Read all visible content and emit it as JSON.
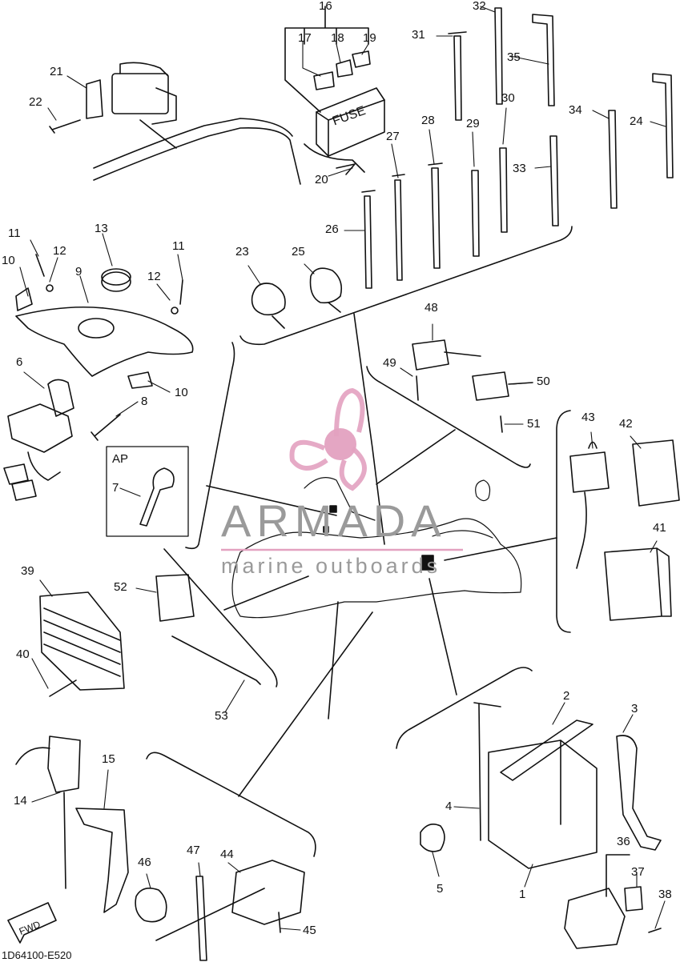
{
  "diagram_code": "1D64100-E520",
  "watermark": {
    "title": "ARMADA",
    "subtitle": "marine outboards",
    "accent_color": "#e3a1c0",
    "text_color": "#9a9a9a"
  },
  "ap_box_label": "AP",
  "fuse_label": "FUSE",
  "fwd_label": "FWD",
  "callouts": [
    {
      "id": "c1",
      "text": "1"
    },
    {
      "id": "c2",
      "text": "2"
    },
    {
      "id": "c3",
      "text": "3"
    },
    {
      "id": "c4",
      "text": "4"
    },
    {
      "id": "c5",
      "text": "5"
    },
    {
      "id": "c6",
      "text": "6"
    },
    {
      "id": "c7",
      "text": "7"
    },
    {
      "id": "c8",
      "text": "8"
    },
    {
      "id": "c9",
      "text": "9"
    },
    {
      "id": "c10a",
      "text": "10"
    },
    {
      "id": "c10b",
      "text": "10"
    },
    {
      "id": "c11a",
      "text": "11"
    },
    {
      "id": "c11b",
      "text": "11"
    },
    {
      "id": "c12a",
      "text": "12"
    },
    {
      "id": "c12b",
      "text": "12"
    },
    {
      "id": "c13",
      "text": "13"
    },
    {
      "id": "c14",
      "text": "14"
    },
    {
      "id": "c15",
      "text": "15"
    },
    {
      "id": "c16",
      "text": "16"
    },
    {
      "id": "c17",
      "text": "17"
    },
    {
      "id": "c18",
      "text": "18"
    },
    {
      "id": "c19",
      "text": "19"
    },
    {
      "id": "c20",
      "text": "20"
    },
    {
      "id": "c21",
      "text": "21"
    },
    {
      "id": "c22",
      "text": "22"
    },
    {
      "id": "c23",
      "text": "23"
    },
    {
      "id": "c24",
      "text": "24"
    },
    {
      "id": "c25",
      "text": "25"
    },
    {
      "id": "c26",
      "text": "26"
    },
    {
      "id": "c27",
      "text": "27"
    },
    {
      "id": "c28",
      "text": "28"
    },
    {
      "id": "c29",
      "text": "29"
    },
    {
      "id": "c30",
      "text": "30"
    },
    {
      "id": "c31",
      "text": "31"
    },
    {
      "id": "c32",
      "text": "32"
    },
    {
      "id": "c33",
      "text": "33"
    },
    {
      "id": "c34",
      "text": "34"
    },
    {
      "id": "c35",
      "text": "35"
    },
    {
      "id": "c36",
      "text": "36"
    },
    {
      "id": "c37",
      "text": "37"
    },
    {
      "id": "c38",
      "text": "38"
    },
    {
      "id": "c39",
      "text": "39"
    },
    {
      "id": "c40",
      "text": "40"
    },
    {
      "id": "c41",
      "text": "41"
    },
    {
      "id": "c42",
      "text": "42"
    },
    {
      "id": "c43",
      "text": "43"
    },
    {
      "id": "c44",
      "text": "44"
    },
    {
      "id": "c45",
      "text": "45"
    },
    {
      "id": "c46",
      "text": "46"
    },
    {
      "id": "c47",
      "text": "47"
    },
    {
      "id": "c48",
      "text": "48"
    },
    {
      "id": "c49",
      "text": "49"
    },
    {
      "id": "c50",
      "text": "50"
    },
    {
      "id": "c51",
      "text": "51"
    },
    {
      "id": "c52",
      "text": "52"
    },
    {
      "id": "c53",
      "text": "53"
    }
  ]
}
